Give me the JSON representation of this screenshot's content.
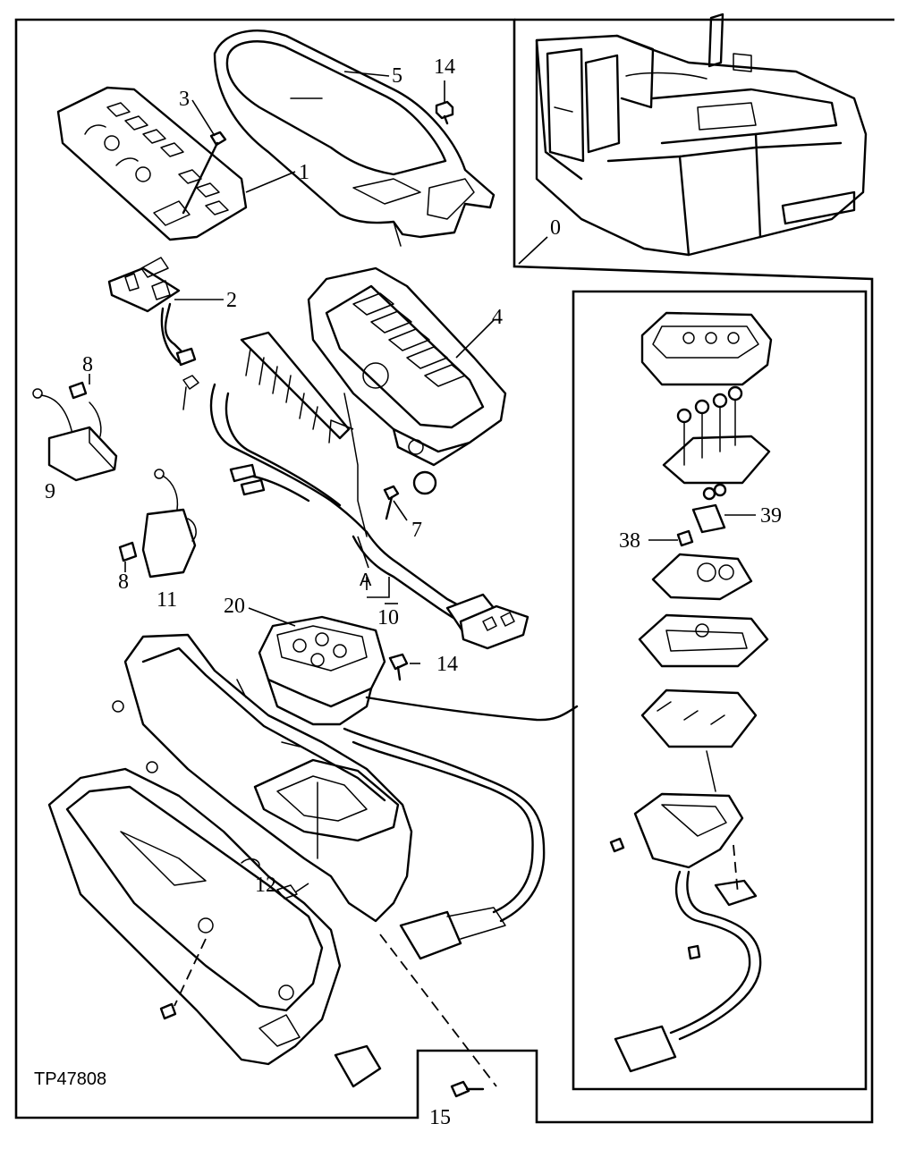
{
  "drawing_id": "TP47808",
  "callouts": {
    "c0": "0",
    "c1": "1",
    "c2": "2",
    "c3": "3",
    "c4": "4",
    "c5": "5",
    "c7": "7",
    "c8a": "8",
    "c8b": "8",
    "c9": "9",
    "c10": "10",
    "c11": "11",
    "c12": "12",
    "c14a": "14",
    "c14b": "14",
    "c15": "15",
    "c20": "20",
    "c38": "38",
    "c39": "39",
    "cA": "A"
  }
}
